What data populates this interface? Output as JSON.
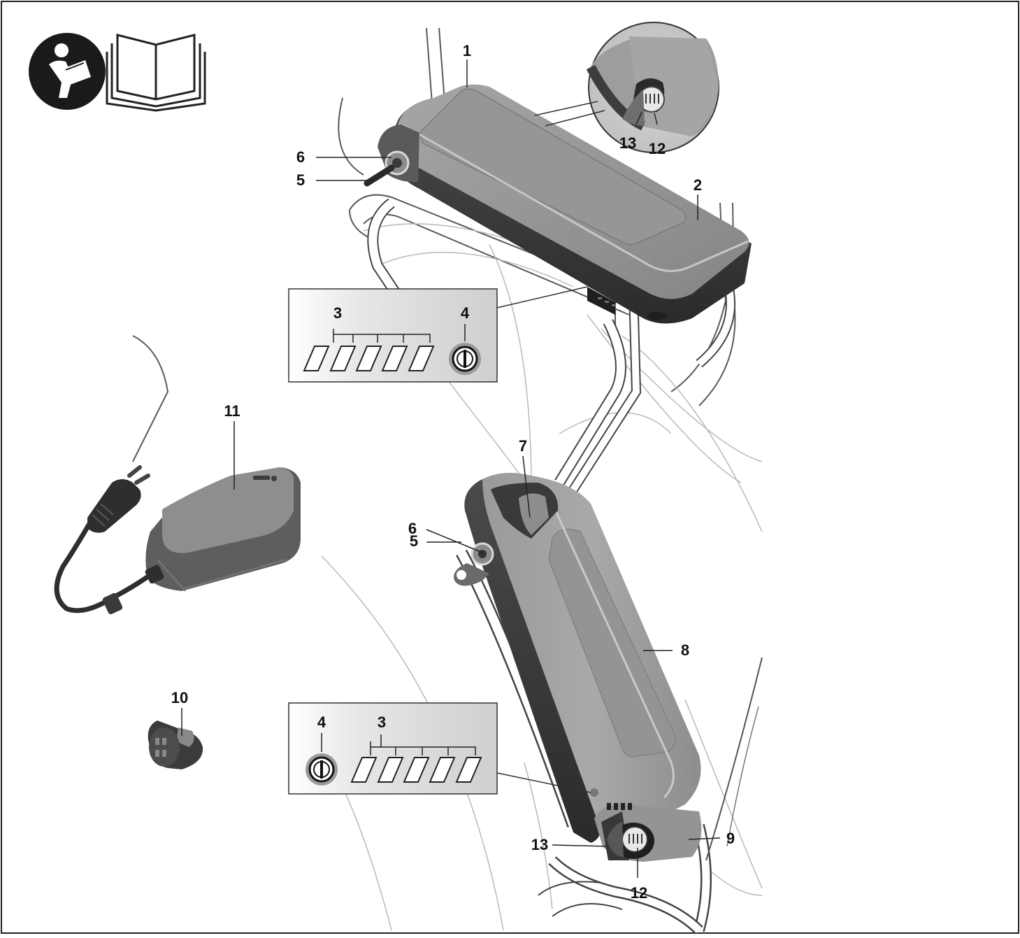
{
  "callouts": {
    "c1": "1",
    "c2": "2",
    "c3_top": "3",
    "c4_top": "4",
    "c5_top": "5",
    "c6_top": "6",
    "c12_inset": "12",
    "c13_inset": "13",
    "c11": "11",
    "c7": "7",
    "c6_bottom": "6",
    "c5_bottom": "5",
    "c8": "8",
    "c10": "10",
    "c4_bottom": "4",
    "c3_bottom": "3",
    "c13_bottom": "13",
    "c9": "9",
    "c12_bottom": "12"
  },
  "icons": [
    "read-manual-person-icon",
    "open-book-icon",
    "power-button-icon",
    "charge-led-icon"
  ],
  "colors": {
    "battery_light": "#9e9e9e",
    "battery_dark": "#3e3e3e",
    "battery_top": "#8c8c8c",
    "frame_line": "#555555",
    "ghost_line": "#b5b5b5",
    "text": "#111111"
  }
}
